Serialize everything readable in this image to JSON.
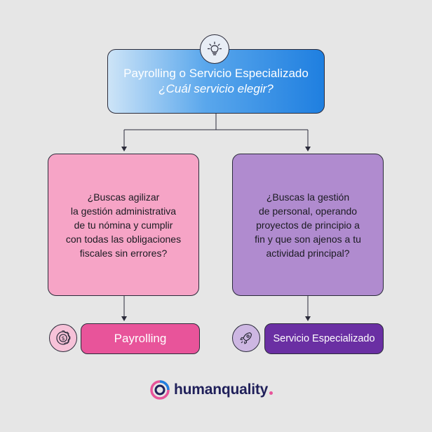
{
  "header": {
    "title": "Payrolling o Servicio Especializado",
    "subtitle": "¿Cuál servicio elegir?",
    "icon": "lightbulb-icon"
  },
  "left": {
    "question": "¿Buscas agilizar\nla gestión administrativa\nde tu nómina y cumplir\ncon todas las obligaciones\nfiscales sin errores?",
    "result": "Payrolling",
    "icon": "gear-dollar-icon",
    "colors": {
      "card": "#f6a4c6",
      "pill": "#e8549a"
    }
  },
  "right": {
    "question": "¿Buscas la gestión\nde personal, operando\nproyectos de principio a\nfin y que son ajenos a tu\nactividad principal?",
    "result": "Servicio Especializado",
    "icon": "rocket-icon",
    "colors": {
      "card": "#b08bcf",
      "pill": "#6a2fa3"
    }
  },
  "brand": {
    "name": "humanquality",
    "icon": "humanquality-logo-icon",
    "colors": {
      "navy": "#20205a",
      "pink": "#e8549a",
      "blue": "#1f7fe0"
    }
  }
}
